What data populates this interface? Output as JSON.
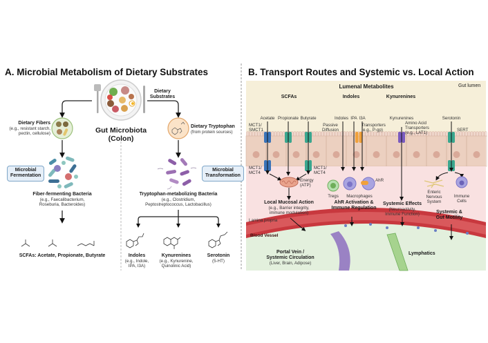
{
  "panel_a": {
    "title": "A. Microbial Metabolism of Dietary Substrates",
    "dietary_substrates": [
      "Dietary",
      "Substrates"
    ],
    "gut_microbiota": [
      "Gut Microbiota",
      "(Colon)"
    ],
    "dietary_fibers": {
      "title": "Dietary Fibers",
      "lines": [
        "(e.g., resistant starch,",
        "pectin, cellulose)"
      ]
    },
    "dietary_tryptophan": {
      "title": "Dietary Tryptophan",
      "sub": "(from protein sources)"
    },
    "microbial_fermentation": [
      "Microbial",
      "Fermentation"
    ],
    "microbial_transformation": [
      "Microbial",
      "Transformation"
    ],
    "fiber_bacteria": {
      "title": "Fiber-fermenting Bacteria",
      "line1": "(e.g., Faecalibacterium,",
      "line2": "Roseburia, Bacteroides)"
    },
    "trp_bacteria": {
      "title": "Tryptophan-metabolizing Bacteria",
      "line1": "(e.g., Clostridium,",
      "line2": "Peptostreptococcus, Lactobacillus)"
    },
    "scfa_label": "SCFAs: Acetate, Propionate, Butyrate",
    "scfa_structures": [
      "H3C–C(=O)–CH3",
      "H3C–C(=O)–CH3",
      "butyric acid"
    ],
    "indoles": {
      "title": "Indoles",
      "line1": "(e.g., Indole,",
      "line2": "IPA, I3A)"
    },
    "kynurenines": {
      "title": "Kynurenines",
      "line1": "(e.g., Kynurenine,",
      "line2": "Quinolinic Acid)"
    },
    "serotonin": {
      "title": "Serotonin",
      "line1": "(5-HT)"
    }
  },
  "panel_b": {
    "title": "B. Transport Routes and Systemic vs. Local Action",
    "lumenal_metabolites": "Lumenal Metabolites",
    "gut_lumen": "Gut lumen",
    "groups": {
      "scfas": "SCFAs",
      "indoles": "Indoles",
      "kynurenines": "Kynurenines"
    },
    "molecules": [
      "Acetate",
      "Propionate",
      "Butyrate",
      "Indoles",
      "IPA",
      "I3A",
      "Kynurenines",
      "Serotonin"
    ],
    "transporters": {
      "mct1_smct1": [
        "MCT1/",
        "SMCT1"
      ],
      "passive": [
        "Passive",
        "Diffusion"
      ],
      "transporters_pgp": [
        "Transporters",
        "(e.g., P-gp)"
      ],
      "amino_acid": [
        "Amino Acid",
        "Transporters",
        "(e.g., LAT1)"
      ],
      "sert": "SERT",
      "mct1_mct4_left": [
        "MCT1/",
        "MCT4"
      ],
      "mct1_mct4_right": [
        "MCT1/",
        "MCT4"
      ]
    },
    "energy": [
      "Energy",
      "(ATP)"
    ],
    "ahr": "AhR",
    "tregs": "Tregs",
    "macrophages": "Macrophages",
    "enteric": [
      "Enteric",
      "Nervous",
      "System"
    ],
    "immune_cells": [
      "Immune",
      "Cells"
    ],
    "local_action": {
      "title": "Local Mucosal Action",
      "line1": "(e.g., Barrier integrity,",
      "line2": "immune modulation)"
    },
    "ahr_activation": [
      "AhR Activation &",
      "Immune Regulation"
    ],
    "systemic_effects": {
      "title": "Systemic Effects",
      "line1": "(Neuroactivity,",
      "line2": "Immune Function)"
    },
    "systemic_motility": [
      "Systemic &",
      "Gut Motility"
    ],
    "lamina_propria": "Lamina propria",
    "blood_vessel": "Blood Vessel",
    "portal_vein": {
      "line1": "Portal Vein /",
      "line2": "Systemic Circulation",
      "line3": "(Liver, Brain, Adipose)"
    },
    "lymphatics": "Lymphatics"
  },
  "colors": {
    "lumen_bg": "#f6efd9",
    "epithelium": "#ecd0c0",
    "lamina_bg": "#f9e1e1",
    "vessel": "#c8383e",
    "circulation_bg": "#e3f0dd",
    "mct_blue": "#3a73b8",
    "teal": "#3aa68e",
    "orange": "#f0a13b",
    "purple": "#7a5bbf"
  }
}
